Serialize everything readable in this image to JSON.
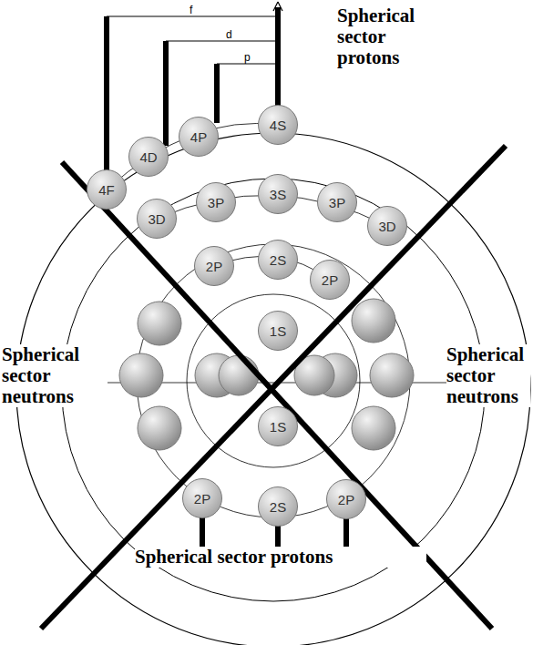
{
  "diagram": {
    "nodes": [
      {
        "text": [
          "4F"
        ]
      },
      {
        "text": [
          "4D"
        ]
      },
      {
        "text": [
          "4P"
        ]
      },
      {
        "text": [
          "4S"
        ]
      },
      {
        "text": [
          "3D"
        ]
      },
      {
        "text": [
          "3P"
        ]
      },
      {
        "text": [
          "3S"
        ]
      },
      {
        "text": [
          "3P"
        ]
      },
      {
        "text": [
          "3D"
        ]
      },
      {
        "text": [
          "2P"
        ]
      },
      {
        "text": [
          "2S"
        ]
      },
      {
        "text": [
          "2P"
        ]
      },
      {
        "text": [
          "1S"
        ]
      },
      {
        "text": [
          "1S"
        ]
      },
      {
        "text": [
          "2P"
        ]
      },
      {
        "text": [
          "2S"
        ]
      },
      {
        "text": [
          "2P"
        ]
      }
    ],
    "labels": [
      "f",
      "d",
      "p",
      "Spherical sector protons",
      "Spherical sector neutrons",
      "Spherical sector neutrons",
      "Spherical sector protons"
    ]
  }
}
